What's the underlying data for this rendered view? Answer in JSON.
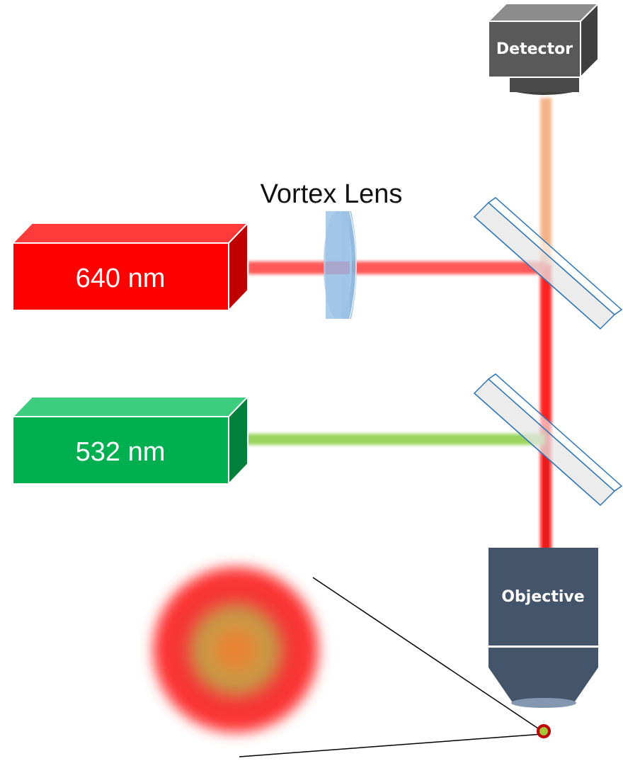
{
  "diagram": {
    "vortex_lens_label": "Vortex Lens",
    "laser_red_label": "640 nm",
    "laser_green_label": "532 nm",
    "detector_label": "Detector",
    "objective_label": "Objective"
  },
  "colors": {
    "red_laser": "#ff0000",
    "green_laser": "#00b050",
    "detector": "#595959",
    "objective": "#44546a",
    "lens": "#9dc3e6",
    "red_beam": "#ff3030",
    "green_beam": "#92d050",
    "fluorescence_beam": "#f4b183"
  }
}
